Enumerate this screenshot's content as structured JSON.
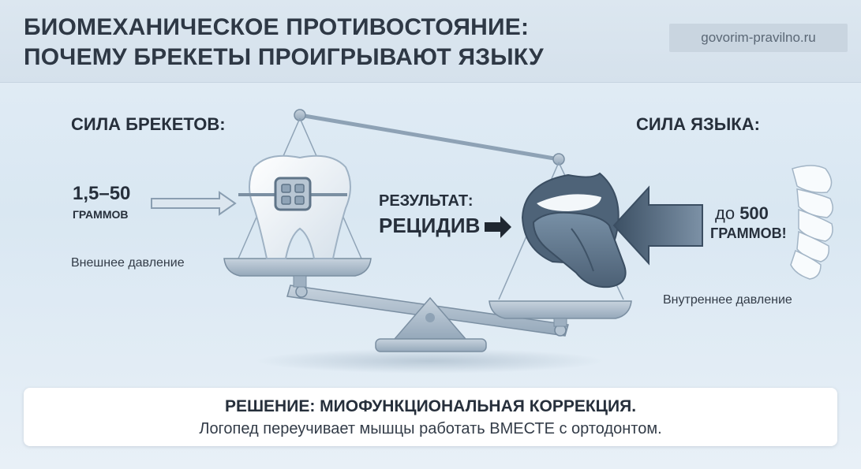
{
  "header": {
    "title_line1": "БИОМЕХАНИЧЕСКОЕ ПРОТИВОСТОЯНИЕ:",
    "title_line2": "ПОЧЕМУ БРЕКЕТЫ ПРОИГРЫВАЮТ ЯЗЫКУ",
    "site": "govorim-pravilno.ru"
  },
  "left": {
    "heading": "СИЛА БРЕКЕТОВ:",
    "force_value": "1,5–50",
    "force_unit": "ГРАММОВ",
    "caption": "Внешнее давление"
  },
  "center": {
    "result_label": "РЕЗУЛЬТАТ:",
    "result_value": "РЕЦИДИВ"
  },
  "right": {
    "heading": "СИЛА ЯЗЫКА:",
    "force_prefix": "до ",
    "force_value": "500",
    "force_unit": "ГРАММОВ!",
    "caption": "Внутреннее давление"
  },
  "solution": {
    "title": "РЕШЕНИЕ: МИОФУНКЦИОНАЛЬНАЯ КОРРЕКЦИЯ.",
    "text": "Логопед переучивает мышцы работать ВМЕСТЕ с ортодонтом."
  },
  "colors": {
    "steel": "#a7b8c9",
    "steel_dark": "#6f8497",
    "tongue": "#5d7288",
    "arrow_dark": "#3f5468"
  }
}
